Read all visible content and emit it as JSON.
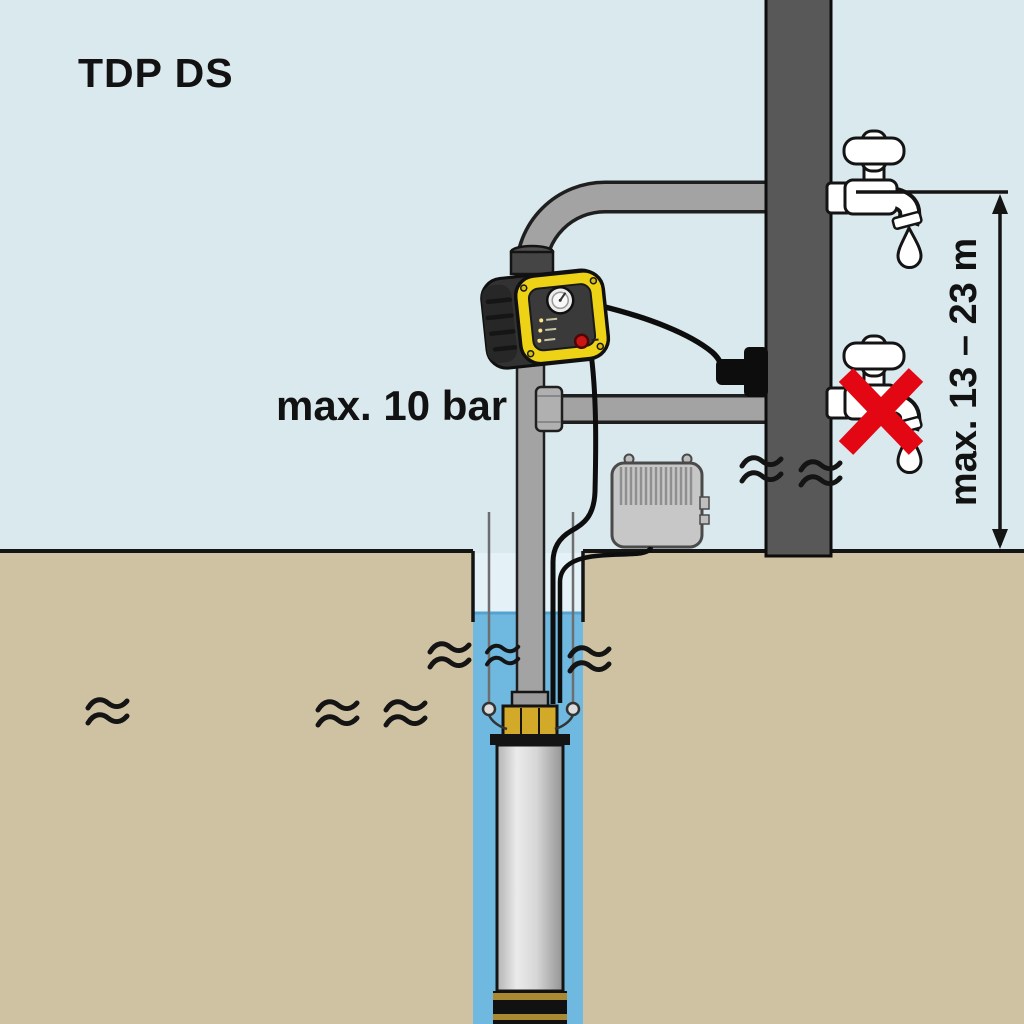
{
  "title": "TDP DS",
  "labels": {
    "max_pressure": "max. 10 bar",
    "installation_depth": "max. 13 – 23 m"
  },
  "colors": {
    "sky": "#d9e9ee",
    "ground": "#cfc2a3",
    "well_water": "#6fb9e0",
    "well_shaft": "#e4f1f6",
    "wall": "#585858",
    "pipe": "#a3a3a3",
    "controller_body": "#323232",
    "controller_yellow": "#eed216",
    "junction_box": "#c7c7c7",
    "pump_head_gold": "#d2a929",
    "faucet": "#ffffff",
    "prohibition_red": "#e30613",
    "outline": "#141414"
  },
  "icons": {
    "allowed_tap": "faucet-with-drop-icon",
    "prohibited_tap": "faucet-with-drop-crossed-icon",
    "water_level": "double-wave-icon",
    "height_dimension": "double-arrow-dimension-line"
  }
}
